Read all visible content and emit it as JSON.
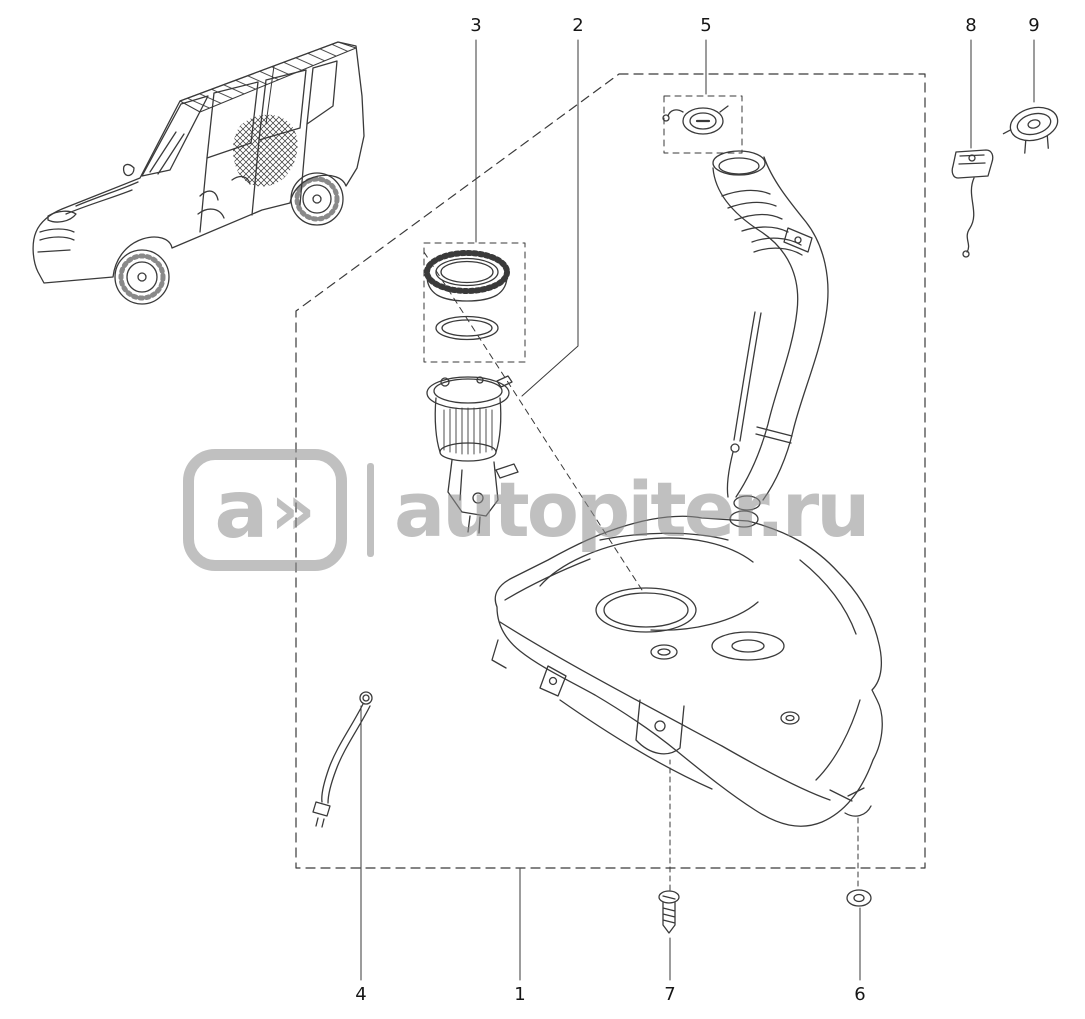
{
  "watermark": {
    "logo_letter": "a",
    "logo_chevron": "»",
    "site_text": "autopiter.ru"
  },
  "callouts": {
    "top": [
      {
        "label": "3"
      },
      {
        "label": "2"
      },
      {
        "label": "5"
      },
      {
        "label": "8"
      },
      {
        "label": "9"
      }
    ],
    "bottom": [
      {
        "label": "4"
      },
      {
        "label": "1"
      },
      {
        "label": "7"
      },
      {
        "label": "6"
      }
    ]
  }
}
